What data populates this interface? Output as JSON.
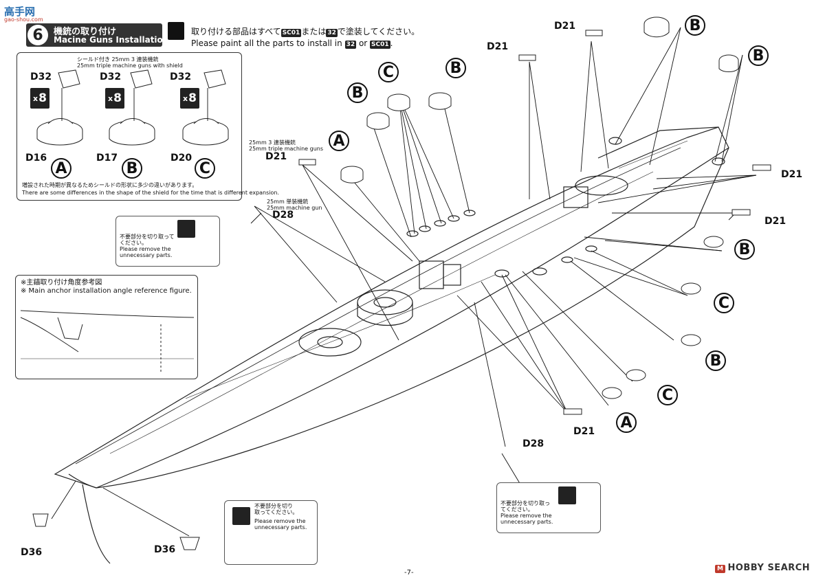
{
  "watermark_top": {
    "brand": "高手网",
    "site": "gao-shou.com"
  },
  "step": {
    "number": "6",
    "title_ja": "機銃の取り付け",
    "title_en": "Macine Guns Installation"
  },
  "paint_note": {
    "ja_before": "取り付ける部品はすべて",
    "ja_code1": "SC01",
    "ja_mid": "または",
    "ja_code2": "32",
    "ja_after": "で塗装してください。",
    "en_before": "Please paint all the parts to install in",
    "en_code1": "32",
    "en_mid": "or",
    "en_code2": "SC01",
    "en_after": "."
  },
  "guns_panel": {
    "header_ja": "シールド付き 25mm 3 連装機銃",
    "header_en": "25mm triple machine guns with shield",
    "columns": [
      {
        "top_part": "D32",
        "multiplier": "8",
        "base_part": "D16",
        "letter": "A"
      },
      {
        "top_part": "D32",
        "multiplier": "8",
        "base_part": "D17",
        "letter": "B"
      },
      {
        "top_part": "D32",
        "multiplier": "8",
        "base_part": "D20",
        "letter": "C"
      }
    ],
    "note_ja": "増設された時期が異なるためシールドの形状に多少の違いがあります。",
    "note_en": "There are some differences in the shape of the shield for the time that is different expansion."
  },
  "triple_gun_note": {
    "ja": "25mm 3 連装機銃",
    "en": "25mm triple machine guns",
    "part": "D21"
  },
  "single_gun_note": {
    "ja": "25mm 単装機銃",
    "en": "25mm machine gun",
    "part": "D28"
  },
  "remove_note": {
    "ja_line1": "不要部分を切り取って",
    "ja_line2": "ください。",
    "en_line1": "Please remove the",
    "en_line2": "unnecessary parts."
  },
  "remove_note_bottom": {
    "ja_line1": "不要部分を切り",
    "ja_line2": "取ってください。",
    "en_line1": "Please remove the",
    "en_line2": "unnecessary parts."
  },
  "remove_note_right": {
    "ja_line1": "不要部分を切り取っ",
    "ja_line2": "てください。",
    "en_line1": "Please remove the",
    "en_line2": "unnecessary parts."
  },
  "anchor_panel": {
    "title_ja": "※主錨取り付け角度参考図",
    "title_en": "※ Main anchor installation angle reference figure."
  },
  "callouts": {
    "d21_top_left": "D21",
    "d21_top_right": "D21",
    "d21_right_1": "D21",
    "d21_right_2": "D21",
    "d21_bottom": "D21",
    "d28_bottom": "D28",
    "d36_left": "D36",
    "d36_center": "D36",
    "b_top_1": "B",
    "b_top_2": "B",
    "c_top": "C",
    "b_top_3": "B",
    "b_top_4": "B",
    "a_left": "A",
    "b_right_1": "B",
    "c_right_1": "C",
    "b_right_2": "B",
    "c_right_2": "C",
    "a_right": "A"
  },
  "footer": {
    "page": "-7-",
    "watermark_mark": "M",
    "watermark_text": "HOBBY SEARCH"
  }
}
